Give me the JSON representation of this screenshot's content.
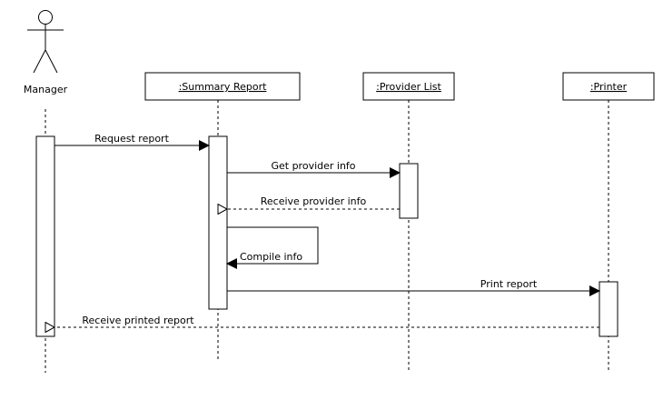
{
  "diagram": {
    "type": "sequence",
    "actor": {
      "label": "Manager"
    },
    "participants": [
      {
        "id": "summary",
        "label": ":Summary Report"
      },
      {
        "id": "provider",
        "label": ":Provider List"
      },
      {
        "id": "printer",
        "label": ":Printer"
      }
    ],
    "messages": [
      {
        "from": "manager",
        "to": "summary",
        "label": "Request report",
        "kind": "sync"
      },
      {
        "from": "summary",
        "to": "provider",
        "label": "Get provider info",
        "kind": "sync"
      },
      {
        "from": "provider",
        "to": "summary",
        "label": "Receive provider info",
        "kind": "return"
      },
      {
        "from": "summary",
        "to": "summary",
        "label": "Compile info",
        "kind": "self"
      },
      {
        "from": "summary",
        "to": "printer",
        "label": "Print report",
        "kind": "sync"
      },
      {
        "from": "printer",
        "to": "manager",
        "label": "Receive printed report",
        "kind": "return"
      }
    ]
  }
}
